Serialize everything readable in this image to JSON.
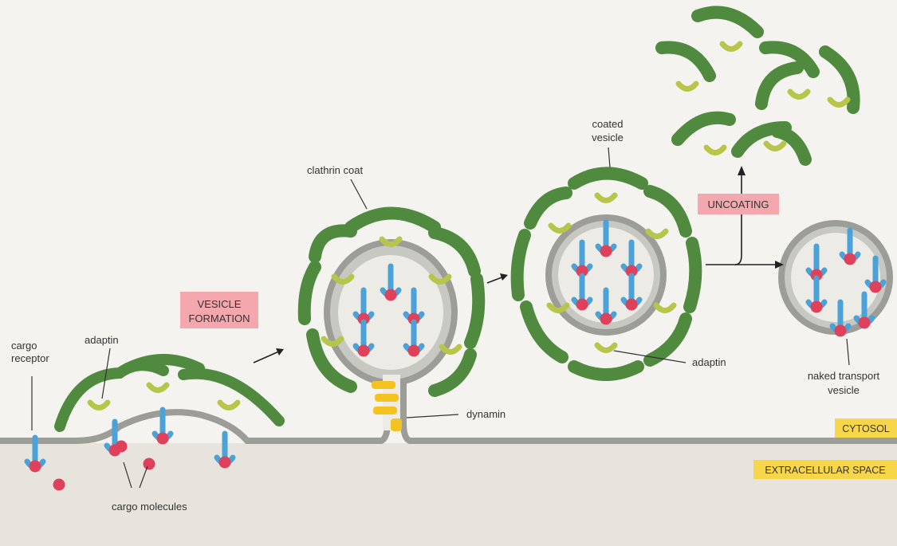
{
  "labels": {
    "cargo_receptor_1": "cargo",
    "cargo_receptor_2": "receptor",
    "adaptin_left": "adaptin",
    "cargo_molecules": "cargo molecules",
    "vesicle_formation_1": "VESICLE",
    "vesicle_formation_2": "FORMATION",
    "clathrin_coat": "clathrin coat",
    "dynamin": "dynamin",
    "coated_vesicle_1": "coated",
    "coated_vesicle_2": "vesicle",
    "adaptin_right": "adaptin",
    "uncoating": "UNCOATING",
    "naked_vesicle_1": "naked transport",
    "naked_vesicle_2": "vesicle",
    "cytosol": "CYTOSOL",
    "extracellular_space": "EXTRACELLULAR SPACE"
  },
  "colors": {
    "clathrin": "#4f8a3f",
    "adaptin": "#b7c64a",
    "receptor": "#4aa2d8",
    "cargo": "#e0415a",
    "membrane": "#9d9d98",
    "dynamin": "#f5c320",
    "pink_tag": "#f4a7ad",
    "yellow_tag": "#f7d64a"
  }
}
